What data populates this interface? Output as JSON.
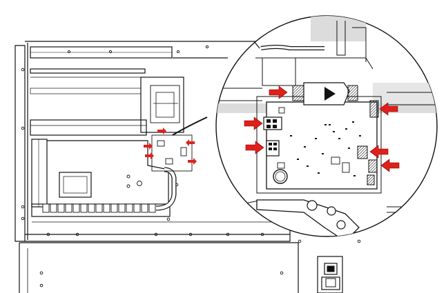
{
  "figure": {
    "kind": "technical line drawing",
    "stroke_color": "#111111",
    "background_color": "#ffffff",
    "highlight_band_color": "#dcdcdc",
    "callout_arrow_color": "#e0201b",
    "icons": [
      "magnifier-circle",
      "red-callout-arrow",
      "connector",
      "cable-chain",
      "power-switch"
    ]
  }
}
